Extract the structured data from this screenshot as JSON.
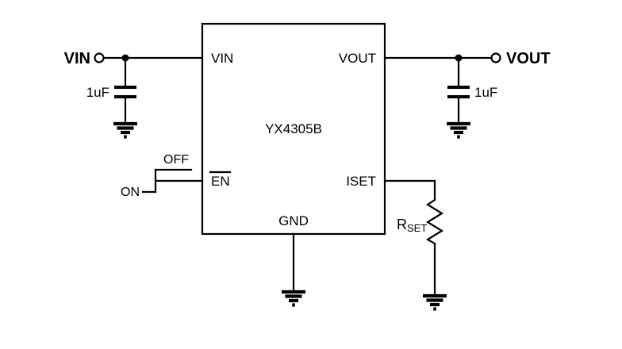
{
  "schematic": {
    "ic": {
      "name": "YX4305B",
      "pins": {
        "vin": "VIN",
        "vout": "VOUT",
        "en": "EN",
        "iset": "ISET",
        "gnd": "GND"
      }
    },
    "terminals": {
      "input": "VIN",
      "output": "VOUT"
    },
    "capacitors": {
      "input_value": "1uF",
      "output_value": "1uF"
    },
    "resistor": {
      "name": "R",
      "subscript": "SET"
    },
    "enable_switch": {
      "off": "OFF",
      "on": "ON"
    },
    "colors": {
      "line": "#000000",
      "background": "#ffffff"
    }
  }
}
